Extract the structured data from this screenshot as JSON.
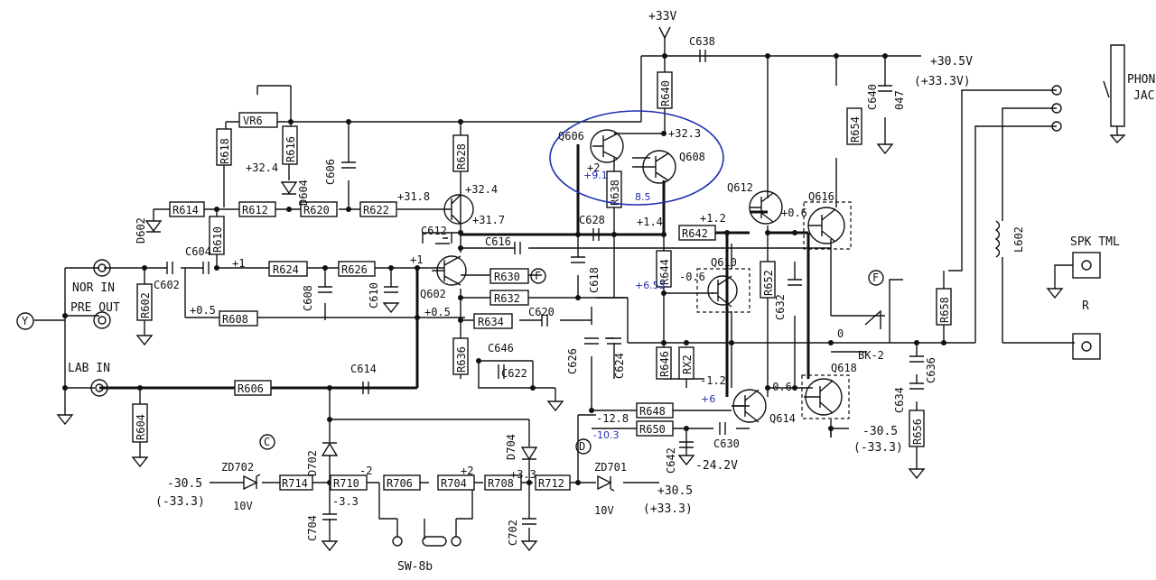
{
  "supplies": {
    "p33v": "+33V",
    "p30_5v": "+30.5V",
    "p33_3_paren": "(+33.3V)",
    "n30_5_left": "-30.5",
    "n33_3_left": "(-33.3)",
    "p30_5_bottom": "+30.5",
    "p33_3_bottom": "(+33.3)",
    "n30_5_right": "-30.5",
    "n33_3_right": "(-33.3)",
    "n24_2v": "-24.2V"
  },
  "connectors": {
    "nor_in": "NOR IN",
    "pre_out": "PRE OUT",
    "lab_in": "LAB IN",
    "phone_jack_1": "PHON",
    "phone_jack_2": "JAC",
    "spk_tml": "SPK TML",
    "r": "R",
    "bk2": "BK-2",
    "sw8b": "SW-8b"
  },
  "resistors": {
    "vr6": "VR6",
    "r618": "R618",
    "r616": "R616",
    "r614": "R614",
    "r612": "R612",
    "r620": "R620",
    "r622": "R622",
    "r628": "R628",
    "r610": "R610",
    "r624": "R624",
    "r626": "R626",
    "r602": "R602",
    "r608": "R608",
    "r606": "R606",
    "r604": "R604",
    "r630": "R630",
    "r632": "R632",
    "r634": "R634",
    "r636": "R636",
    "r640": "R640",
    "r638": "R638",
    "r642": "R642",
    "r644": "R644",
    "r646": "R646",
    "rx2": "RX2",
    "r648": "R648",
    "r650": "R650",
    "r652": "R652",
    "r654": "R654",
    "r656": "R656",
    "r658": "R658",
    "r714": "R714",
    "r710": "R710",
    "r706": "R706",
    "r704": "R704",
    "r708": "R708",
    "r712": "R712"
  },
  "capacitors": {
    "c606": "C606",
    "c604": "C604",
    "c602": "C602",
    "c608": "C608",
    "c610": "C610",
    "c612": "C612",
    "c616": "C616",
    "c618": "C618",
    "c620": "C620",
    "c622": "C622",
    "c624": "C624",
    "c626": "C626",
    "c628": "C628",
    "c630": "C630",
    "c632": "C632",
    "c634": "C634",
    "c636": "C636",
    "c638": "C638",
    "c640": "C640",
    "c640_val": "047",
    "c642": "C642",
    "c646": "C646",
    "c614": "C614",
    "c702": "C702",
    "c704": "C704"
  },
  "semis": {
    "d602": "D602",
    "d604": "D604",
    "d702": "D702",
    "d704": "D704",
    "zd702": "ZD702",
    "zd701": "ZD701",
    "zd702_v": "10V",
    "zd701_v": "10V",
    "q602": "Q602",
    "q606": "Q606",
    "q608": "Q608",
    "q610": "Q610",
    "q612": "Q612",
    "q614": "Q614",
    "q616": "Q616",
    "q618": "Q618",
    "l602": "L602"
  },
  "nodes": {
    "c_node": "C",
    "d_node": "D",
    "f_node": "F",
    "y_node": "Y"
  },
  "voltages": {
    "v32_4a": "+32.4",
    "v31_8": "+31.8",
    "v32_4b": "+32.4",
    "v31_7": "+31.7",
    "v1a": "+1",
    "v1b": "+1",
    "v0_5a": "+0.5",
    "v0_5b": "+0.5",
    "v32_3": "+32.3",
    "v2": "+2",
    "v1_4": "+1.4",
    "v1_2": "+1.2",
    "v0_6": "+0.6",
    "vm0_6a": "-0.6",
    "vm1_2": "-1.2",
    "vm0_6b": "-0.6",
    "v0": "0",
    "vm12_8": "-12.8",
    "vm2": "-2",
    "vp2": "+2",
    "vm3_3": "-3.3",
    "vp3_3": "+3.3"
  },
  "annotations": {
    "a9_1": "+9.1",
    "a8_5": "8.5",
    "a6_53": "+6.53",
    "a6": "+6",
    "a10_3": "-10.3"
  },
  "colors": {
    "ink": "#111111",
    "annotation_blue": "#1f2fb0"
  }
}
